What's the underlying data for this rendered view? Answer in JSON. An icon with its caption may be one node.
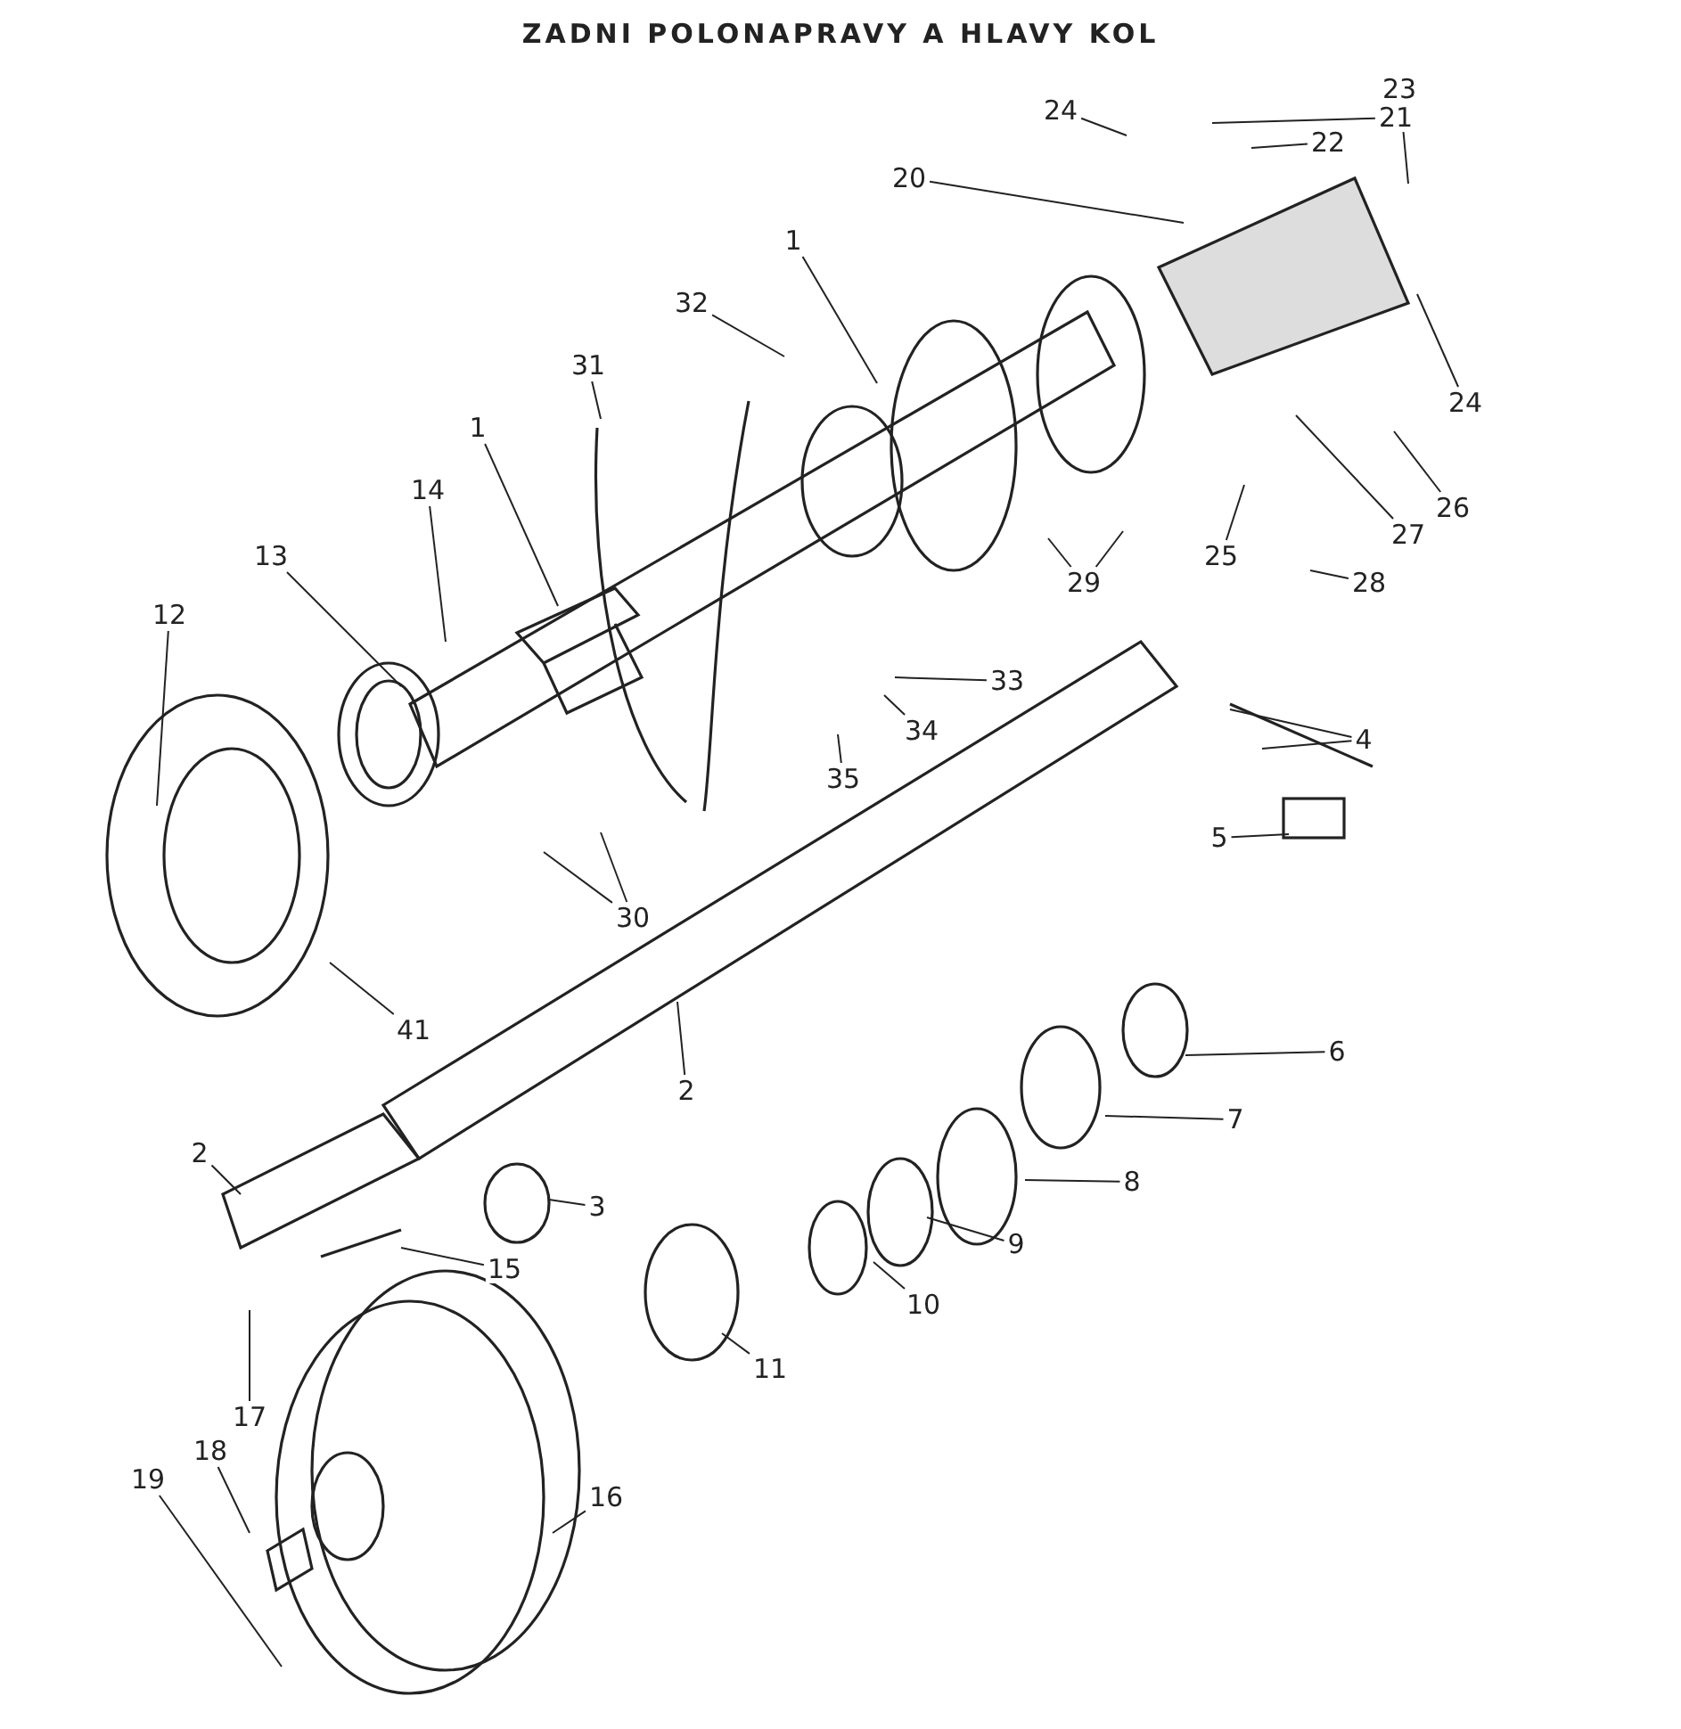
{
  "diagram": {
    "title": "ZADNI POLONAPRAVY A HLAVY KOL",
    "nodes": [
      {
        "text": [
          "23"
        ]
      },
      {
        "text": [
          "24"
        ]
      },
      {
        "text": [
          "21"
        ]
      },
      {
        "text": [
          "22"
        ]
      },
      {
        "text": [
          "20"
        ]
      },
      {
        "text": [
          "1"
        ]
      },
      {
        "text": [
          "32"
        ]
      },
      {
        "text": [
          "31"
        ]
      },
      {
        "text": [
          "24"
        ]
      },
      {
        "text": [
          "1"
        ]
      },
      {
        "text": [
          "14"
        ]
      },
      {
        "text": [
          "26"
        ]
      },
      {
        "text": [
          "27"
        ]
      },
      {
        "text": [
          "25"
        ]
      },
      {
        "text": [
          "13"
        ]
      },
      {
        "text": [
          "29"
        ]
      },
      {
        "text": [
          "28"
        ]
      },
      {
        "text": [
          "12"
        ]
      },
      {
        "text": [
          "33"
        ]
      },
      {
        "text": [
          "34"
        ]
      },
      {
        "text": [
          "4"
        ]
      },
      {
        "text": [
          "35"
        ]
      },
      {
        "text": [
          "5"
        ]
      },
      {
        "text": [
          "30"
        ]
      },
      {
        "text": [
          "41"
        ]
      },
      {
        "text": [
          "6"
        ]
      },
      {
        "text": [
          "2"
        ]
      },
      {
        "text": [
          "7"
        ]
      },
      {
        "text": [
          "2"
        ]
      },
      {
        "text": [
          "8"
        ]
      },
      {
        "text": [
          "3"
        ]
      },
      {
        "text": [
          "9"
        ]
      },
      {
        "text": [
          "15"
        ]
      },
      {
        "text": [
          "10"
        ]
      },
      {
        "text": [
          "11"
        ]
      },
      {
        "text": [
          "17"
        ]
      },
      {
        "text": [
          "18"
        ]
      },
      {
        "text": [
          "19"
        ]
      },
      {
        "text": [
          "16"
        ]
      }
    ],
    "edges": [
      {
        "from": 0,
        "to": null,
        "arrow": "none"
      },
      {
        "from": 1,
        "to": null,
        "arrow": "none"
      },
      {
        "from": 2,
        "to": null,
        "arrow": "none"
      },
      {
        "from": 3,
        "to": null,
        "arrow": "none"
      },
      {
        "from": 4,
        "to": null,
        "arrow": "none"
      },
      {
        "from": 5,
        "to": null,
        "arrow": "none"
      },
      {
        "from": 6,
        "to": null,
        "arrow": "none"
      },
      {
        "from": 7,
        "to": null,
        "arrow": "none"
      },
      {
        "from": 8,
        "to": null,
        "arrow": "none"
      },
      {
        "from": 9,
        "to": null,
        "arrow": "none"
      },
      {
        "from": 10,
        "to": null,
        "arrow": "none"
      },
      {
        "from": 11,
        "to": null,
        "arrow": "none"
      },
      {
        "from": 12,
        "to": null,
        "arrow": "none"
      },
      {
        "from": 13,
        "to": null,
        "arrow": "none"
      },
      {
        "from": 14,
        "to": null,
        "arrow": "none"
      },
      {
        "from": 15,
        "to": null,
        "arrow": "none"
      },
      {
        "from": 15,
        "to": null,
        "arrow": "none"
      },
      {
        "from": 16,
        "to": null,
        "arrow": "none"
      },
      {
        "from": 17,
        "to": null,
        "arrow": "none"
      },
      {
        "from": 18,
        "to": null,
        "arrow": "none"
      },
      {
        "from": 19,
        "to": null,
        "arrow": "none"
      },
      {
        "from": 20,
        "to": null,
        "arrow": "none"
      },
      {
        "from": 20,
        "to": null,
        "arrow": "none"
      },
      {
        "from": 21,
        "to": null,
        "arrow": "none"
      },
      {
        "from": 22,
        "to": null,
        "arrow": "none"
      },
      {
        "from": 23,
        "to": null,
        "arrow": "none"
      },
      {
        "from": 23,
        "to": null,
        "arrow": "none"
      },
      {
        "from": 24,
        "to": null,
        "arrow": "none"
      },
      {
        "from": 25,
        "to": null,
        "arrow": "none"
      },
      {
        "from": 26,
        "to": null,
        "arrow": "none"
      },
      {
        "from": 27,
        "to": null,
        "arrow": "none"
      },
      {
        "from": 28,
        "to": null,
        "arrow": "none"
      },
      {
        "from": 29,
        "to": null,
        "arrow": "none"
      },
      {
        "from": 30,
        "to": null,
        "arrow": "none"
      },
      {
        "from": 31,
        "to": null,
        "arrow": "none"
      },
      {
        "from": 32,
        "to": null,
        "arrow": "none"
      },
      {
        "from": 33,
        "to": null,
        "arrow": "none"
      },
      {
        "from": 34,
        "to": null,
        "arrow": "none"
      },
      {
        "from": 35,
        "to": null,
        "arrow": "none"
      },
      {
        "from": 36,
        "to": null,
        "arrow": "none"
      },
      {
        "from": 37,
        "to": null,
        "arrow": "none"
      },
      {
        "from": 38,
        "to": null,
        "arrow": "none"
      }
    ]
  }
}
